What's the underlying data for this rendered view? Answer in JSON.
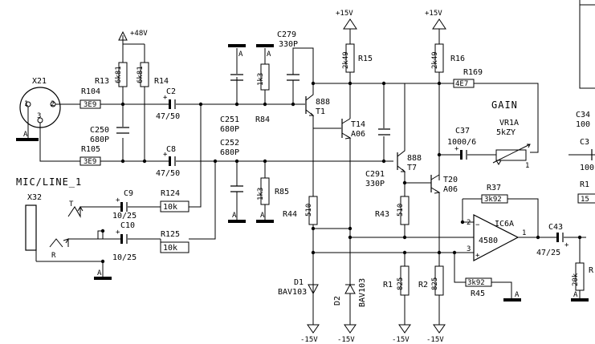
{
  "connectors": {
    "x21": "X21",
    "x32": "X32",
    "mic_line": "MIC/LINE_1",
    "pin1": "1",
    "pin2": "2",
    "pin3": "3",
    "tip": "T",
    "ring": "R"
  },
  "ground": "A",
  "rails": {
    "p48": "+48V",
    "p15": "+15V",
    "n15": "-15V"
  },
  "resistors": {
    "r13": "R13",
    "r13v": "6k81",
    "r14": "R14",
    "r14v": "6k81",
    "r104": "R104",
    "r104v": "3E9",
    "r105": "R105",
    "r105v": "3E9",
    "r84": "R84",
    "r84v": "1k3",
    "r85": "R85",
    "r85v": "1k3",
    "r15": "R15",
    "r15v": "2k49",
    "r16": "R16",
    "r16v": "2k49",
    "r169": "R169",
    "r169v": "4E7",
    "r44": "R44",
    "r44v": "510",
    "r43": "R43",
    "r43v": "510",
    "r124": "R124",
    "r124v": "10k",
    "r125": "R125",
    "r125v": "10k",
    "r37": "R37",
    "r37v": "3k92",
    "r45": "R45",
    "r45v": "3k92",
    "r1": "R1",
    "r1v": "825",
    "r2": "R2",
    "r2v": "825",
    "r_edge": "20k"
  },
  "capacitors": {
    "c2": "C2",
    "c2v": "47/50",
    "c8": "C8",
    "c8v": "47/50",
    "c250": "C250",
    "c250v": "680P",
    "c251": "C251",
    "c251v": "680P",
    "c252": "C252",
    "c252v": "680P",
    "c279": "C279",
    "c279v": "330P",
    "c291": "C291",
    "c291v": "330P",
    "c37": "C37",
    "c37v": "1000/6",
    "c9": "C9",
    "c9v": "10/25",
    "c10": "C10",
    "c10v": "10/25",
    "c43": "C43",
    "c43v": "47/25"
  },
  "transistors": {
    "t1": "T1",
    "t1v": "888",
    "t7": "T7",
    "t7v": "888",
    "t14": "T14",
    "t14v": "A06",
    "t20": "T20",
    "t20v": "A06"
  },
  "diodes": {
    "d1": "D1",
    "d1v": "BAV103",
    "d2": "D2",
    "d2v": "BAV103"
  },
  "opamp": {
    "name": "IC6A",
    "part": "4580",
    "pin1": "1",
    "pin2": "2",
    "pin3": "3",
    "minus": "−",
    "plus": "+"
  },
  "gain": {
    "title": "GAIN",
    "name": "VR1A",
    "value": "5kZY",
    "pin1": "1"
  },
  "edge_labels": {
    "c34": "C34",
    "c34v": "100",
    "c3x": "C3",
    "c3xv": "100",
    "r1x": "R1",
    "r1xv": "15",
    "rx": "R"
  }
}
